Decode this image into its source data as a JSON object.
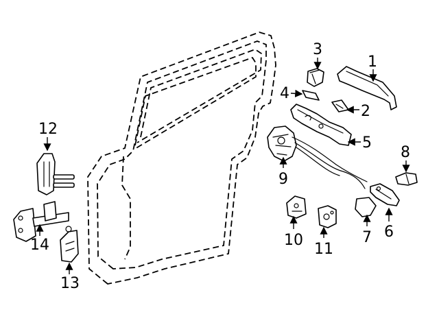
{
  "callouts": [
    {
      "id": "1",
      "label": "1"
    },
    {
      "id": "2",
      "label": "2"
    },
    {
      "id": "3",
      "label": "3"
    },
    {
      "id": "4",
      "label": "4"
    },
    {
      "id": "5",
      "label": "5"
    },
    {
      "id": "6",
      "label": "6"
    },
    {
      "id": "7",
      "label": "7"
    },
    {
      "id": "8",
      "label": "8"
    },
    {
      "id": "9",
      "label": "9"
    },
    {
      "id": "10",
      "label": "10"
    },
    {
      "id": "11",
      "label": "11"
    },
    {
      "id": "12",
      "label": "12"
    },
    {
      "id": "13",
      "label": "13"
    },
    {
      "id": "14",
      "label": "14"
    }
  ],
  "colors": {
    "line": "#000000",
    "background": "#ffffff",
    "shade": "#9a9a9a"
  }
}
